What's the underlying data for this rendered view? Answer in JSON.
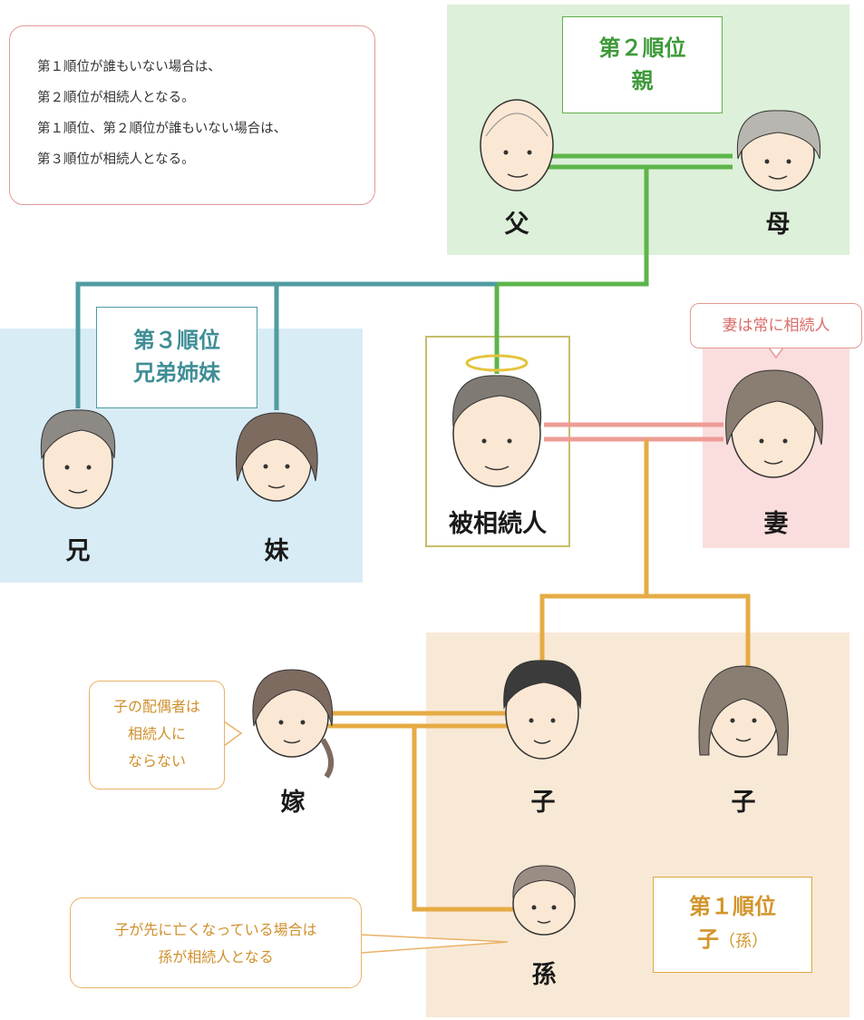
{
  "note": {
    "lines": [
      "第１順位が誰もいない場合は、",
      "第２順位が相続人となる。",
      "第１順位、第２順位が誰もいない場合は、",
      "第３順位が相続人となる。"
    ]
  },
  "ranks": {
    "second": {
      "line1": "第２順位",
      "line2": "親"
    },
    "third": {
      "line1": "第３順位",
      "line2": "兄弟姉妹"
    },
    "first": {
      "line1": "第１順位",
      "line2": "子",
      "line2_sub": "（孫）"
    }
  },
  "people": {
    "father": "父",
    "mother": "母",
    "brother": "兄",
    "sister": "妹",
    "deceased": "被相続人",
    "wife": "妻",
    "daughter_in_law": "嫁",
    "son": "子",
    "daughter": "子",
    "grandchild": "孫"
  },
  "callouts": {
    "wife": "妻は常に相続人",
    "in_law": [
      "子の配偶者は",
      "相続人に",
      "ならない"
    ],
    "grandchild": [
      "子が先に亡くなっている場合は",
      "孫が相続人となる"
    ]
  },
  "colors": {
    "parents_zone": "#ddf0d9",
    "siblings_zone": "#d8ecf6",
    "spouse_zone": "#fadedd",
    "children_zone": "#f8e9d6",
    "line_green": "#5db54a",
    "line_teal": "#4f9ca1",
    "line_pink": "#ee9c95",
    "line_orange": "#e6ab45"
  },
  "icons": {
    "halo": "halo-icon",
    "faces": "person-face-icon"
  }
}
